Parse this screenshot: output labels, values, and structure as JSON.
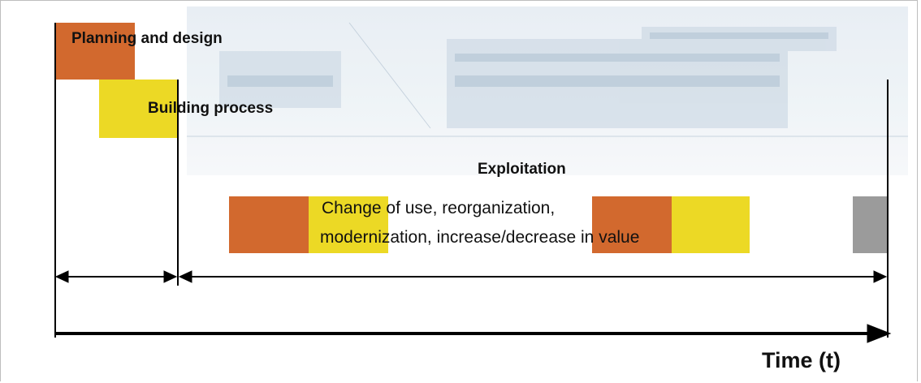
{
  "colors": {
    "orange": "#d2692e",
    "yellow": "#ecd925",
    "gray": "#9b9b9b"
  },
  "labels": {
    "planning": "Planning and design",
    "building": "Building process",
    "exploitation": "Exploitation",
    "change_line1": "Change of use, reorganization,",
    "change_line2": "modernization, increase/decrease in value",
    "time": "Time (t)"
  }
}
